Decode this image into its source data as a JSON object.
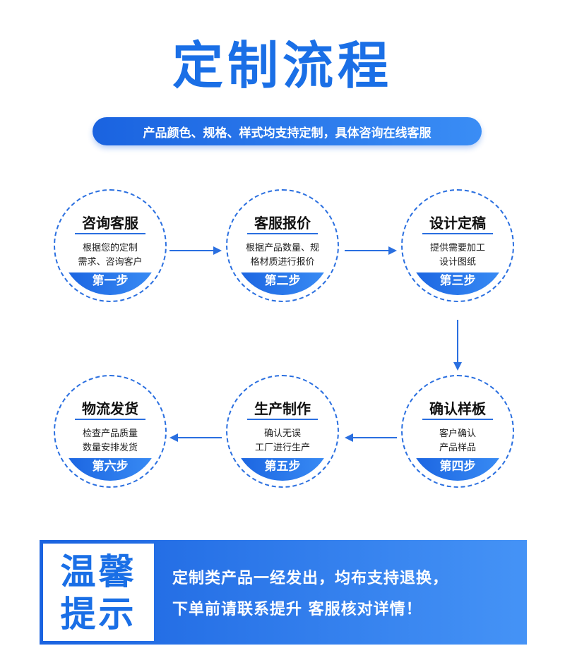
{
  "title": "定制流程",
  "subtitle": "产品颜色、规格、样式均支持定制，具体咨询在线客服",
  "steps": [
    {
      "name": "咨询客服",
      "desc1": "根据您的定制",
      "desc2": "需求、咨询客户",
      "badge": "第一步"
    },
    {
      "name": "客服报价",
      "desc1": "根据产品数量、规",
      "desc2": "格材质进行报价",
      "badge": "第二步"
    },
    {
      "name": "设计定稿",
      "desc1": "提供需要加工",
      "desc2": "设计图纸",
      "badge": "第三步"
    },
    {
      "name": "确认样板",
      "desc1": "客户确认",
      "desc2": "产品样品",
      "badge": "第四步"
    },
    {
      "name": "生产制作",
      "desc1": "确认无误",
      "desc2": "工厂进行生产",
      "badge": "第五步"
    },
    {
      "name": "物流发货",
      "desc1": "检查产品质量",
      "desc2": "数量安排发货",
      "badge": "第六步"
    }
  ],
  "notice": {
    "title1": "温馨",
    "title2": "提示",
    "line1": "定制类产品一经发出，均布支持退换，",
    "line2": "下单前请联系提升 客服核对详情！"
  },
  "colors": {
    "accent": "#1a6fe6",
    "gradient_start": "#1a63e0",
    "gradient_end": "#3a8df5"
  }
}
